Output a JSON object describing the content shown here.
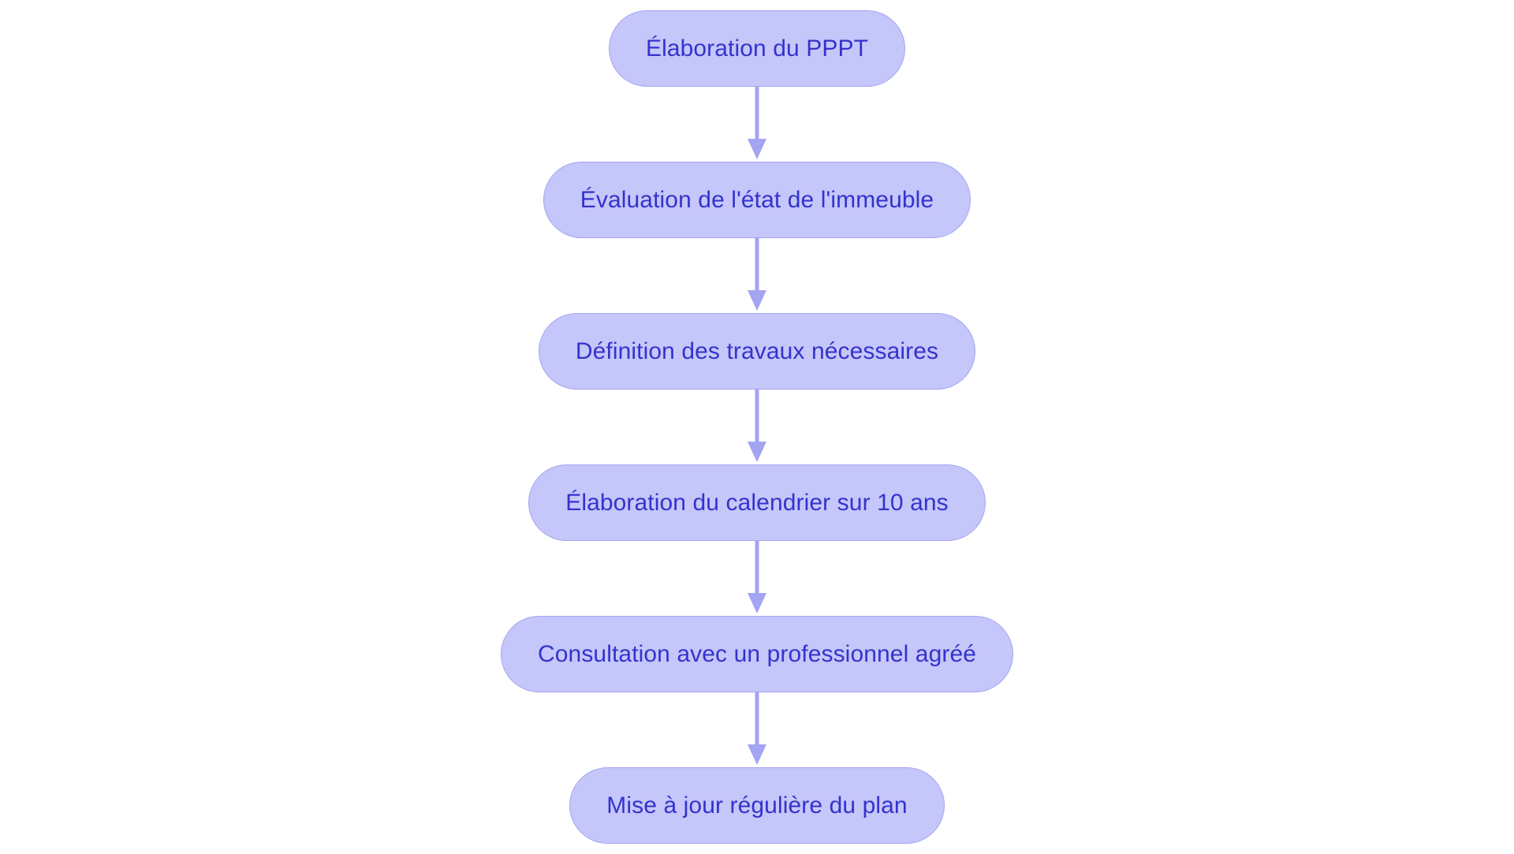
{
  "diagram": {
    "type": "flowchart",
    "orientation": "vertical",
    "title": "Élaboration du PPPT",
    "colors": {
      "node_fill": "#c5c6fa",
      "node_border": "#a5a6f0",
      "node_text": "#3333cc",
      "arrow": "#a3a4f2",
      "background": "#ffffff"
    },
    "nodes": [
      {
        "id": "n1",
        "label": "Élaboration du PPPT"
      },
      {
        "id": "n2",
        "label": "Évaluation de l'état de l'immeuble"
      },
      {
        "id": "n3",
        "label": "Définition des travaux nécessaires"
      },
      {
        "id": "n4",
        "label": "Élaboration du calendrier sur 10 ans"
      },
      {
        "id": "n5",
        "label": "Consultation avec un professionnel agréé"
      },
      {
        "id": "n6",
        "label": "Mise à jour régulière du plan"
      }
    ],
    "edges": [
      {
        "from": "n1",
        "to": "n2",
        "label": ""
      },
      {
        "from": "n2",
        "to": "n3",
        "label": ""
      },
      {
        "from": "n3",
        "to": "n4",
        "label": ""
      },
      {
        "from": "n4",
        "to": "n5",
        "label": ""
      },
      {
        "from": "n5",
        "to": "n6",
        "label": ""
      }
    ]
  }
}
